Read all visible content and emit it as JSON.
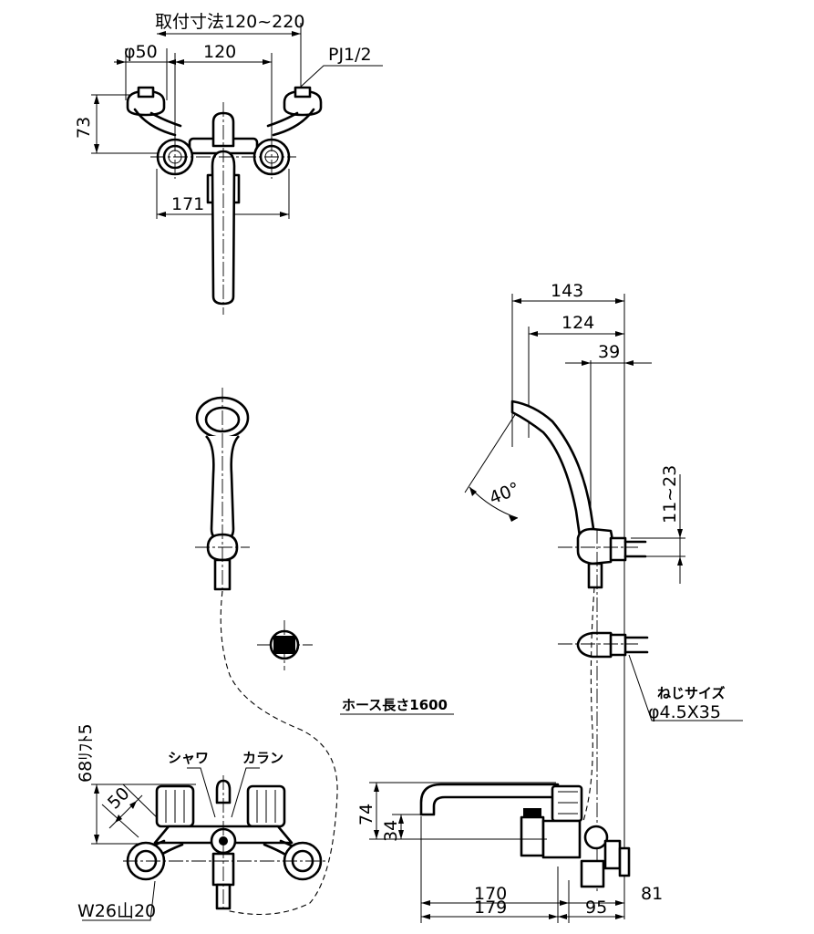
{
  "top_view": {
    "mount_range": "取付寸法120~220",
    "dia_50": "φ50",
    "dim_120": "120",
    "pipe_thread": "PJ1/2",
    "dim_73": "73",
    "dim_171": "171"
  },
  "side_view": {
    "dim_143": "143",
    "dim_124": "124",
    "dim_39": "39",
    "angle": "40°",
    "dim_11_23": "11~23",
    "screw_label": "ねじサイズ",
    "screw_size": "φ4.5X35",
    "dim_74": "74",
    "dim_34": "34",
    "dim_170": "170",
    "dim_179": "179",
    "dim_81": "81",
    "dim_95": "95"
  },
  "front_view": {
    "lift": "68ﾘﾌﾄ5",
    "shower_label": "シャワ",
    "faucet_label": "カラン",
    "dim_50": "50",
    "thread": "W26山20"
  },
  "hose_length": "ホース長さ1600"
}
